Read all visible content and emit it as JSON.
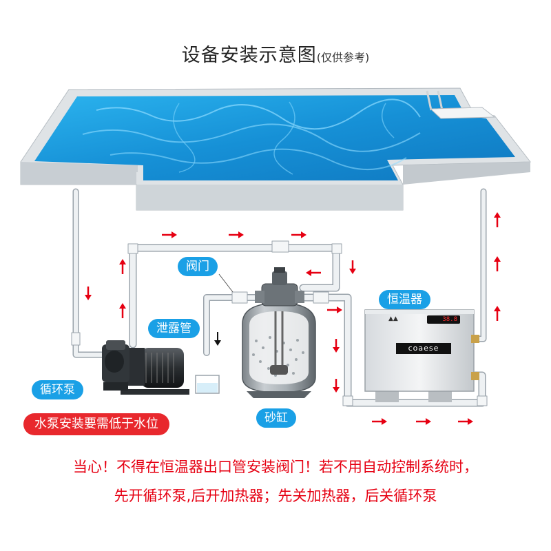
{
  "header": {
    "title": "设备安装示意图",
    "note": "(仅供参考)"
  },
  "labels": {
    "valve": "阀门",
    "heater": "恒温器",
    "drain_pipe": "泄露管",
    "pump": "循环泵",
    "sand_filter": "砂缸",
    "pump_warning": "水泵安装要需低于水位"
  },
  "heater_unit": {
    "brand": "coaese",
    "display": "38.8"
  },
  "warnings": {
    "line1": "当心！不得在恒温器出口管安装阀门！若不用自动控制系统时，",
    "line2": "先开循环泵,后开加热器；先关加热器，后关循环泵"
  },
  "colors": {
    "pipe": "#e9ecef",
    "pipe_edge": "#9aa3ab",
    "water": "#1e9fe0",
    "tag": "#1aa0e6",
    "arrow": "#e60012",
    "warning": "#e60012"
  }
}
